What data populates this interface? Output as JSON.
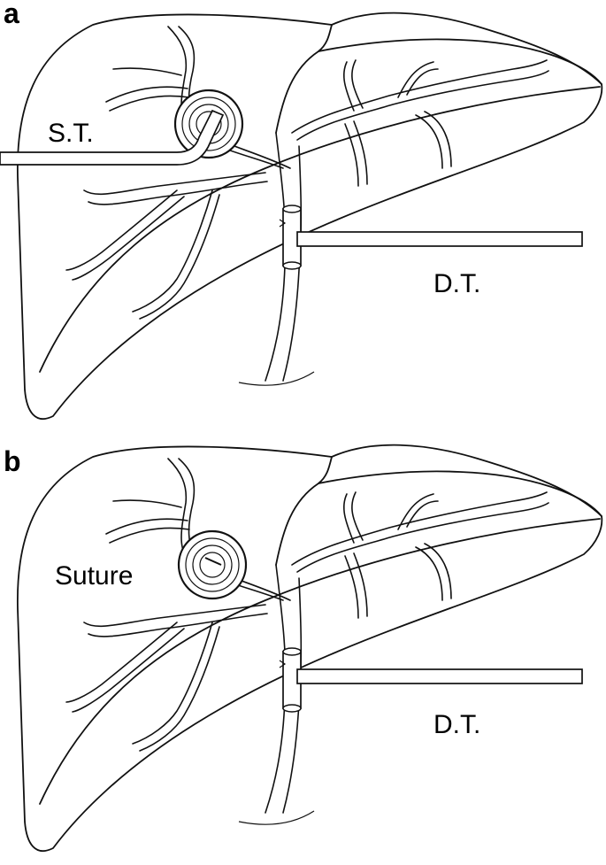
{
  "panels": [
    {
      "letter": "a",
      "labels": {
        "left_tube": "S.T.",
        "right_tube": "D.T."
      }
    },
    {
      "letter": "b",
      "labels": {
        "left_site": "Suture",
        "right_tube": "D.T."
      }
    }
  ]
}
